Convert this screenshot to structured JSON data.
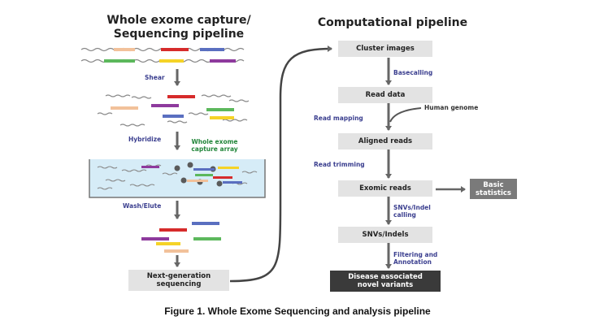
{
  "left": {
    "title_line1": "Whole exome capture/",
    "title_line2": "Sequencing pipeline",
    "labels": {
      "shear": "Shear",
      "hybridize": "Hybridize",
      "array_line1": "Whole exome",
      "array_line2": "capture array",
      "wash": "Wash/Elute"
    },
    "final_box_line1": "Next-generation",
    "final_box_line2": "sequencing"
  },
  "right": {
    "title": "Computational pipeline",
    "boxes": {
      "cluster": "Cluster images",
      "read_data": "Read data",
      "aligned": "Aligned reads",
      "exomic": "Exomic reads",
      "snvs": "SNVs/Indels",
      "disease_line1": "Disease associated",
      "disease_line2": "novel variants",
      "basic_line1": "Basic",
      "basic_line2": "statistics"
    },
    "labels": {
      "basecalling": "Basecalling",
      "read_mapping": "Read mapping",
      "human_genome": "Human genome",
      "read_trimming": "Read trimming",
      "snv_line1": "SNVs/Indel",
      "snv_line2": "calling",
      "filter_line1": "Filtering and",
      "filter_line2": "Annotation"
    }
  },
  "caption": "Figure 1. Whole Exome Sequencing and analysis pipeline",
  "colors": {
    "wavy": "#888888",
    "exon_orange": "#f2c19a",
    "exon_green": "#5cb85c",
    "exon_yellow": "#f5d327",
    "exon_blue": "#5a6fc0",
    "exon_purple": "#8e3a9d",
    "exon_red": "#d62b2b",
    "arrow": "#666666",
    "label": "#3b3f8f",
    "array_fill": "#d6ecf7"
  }
}
